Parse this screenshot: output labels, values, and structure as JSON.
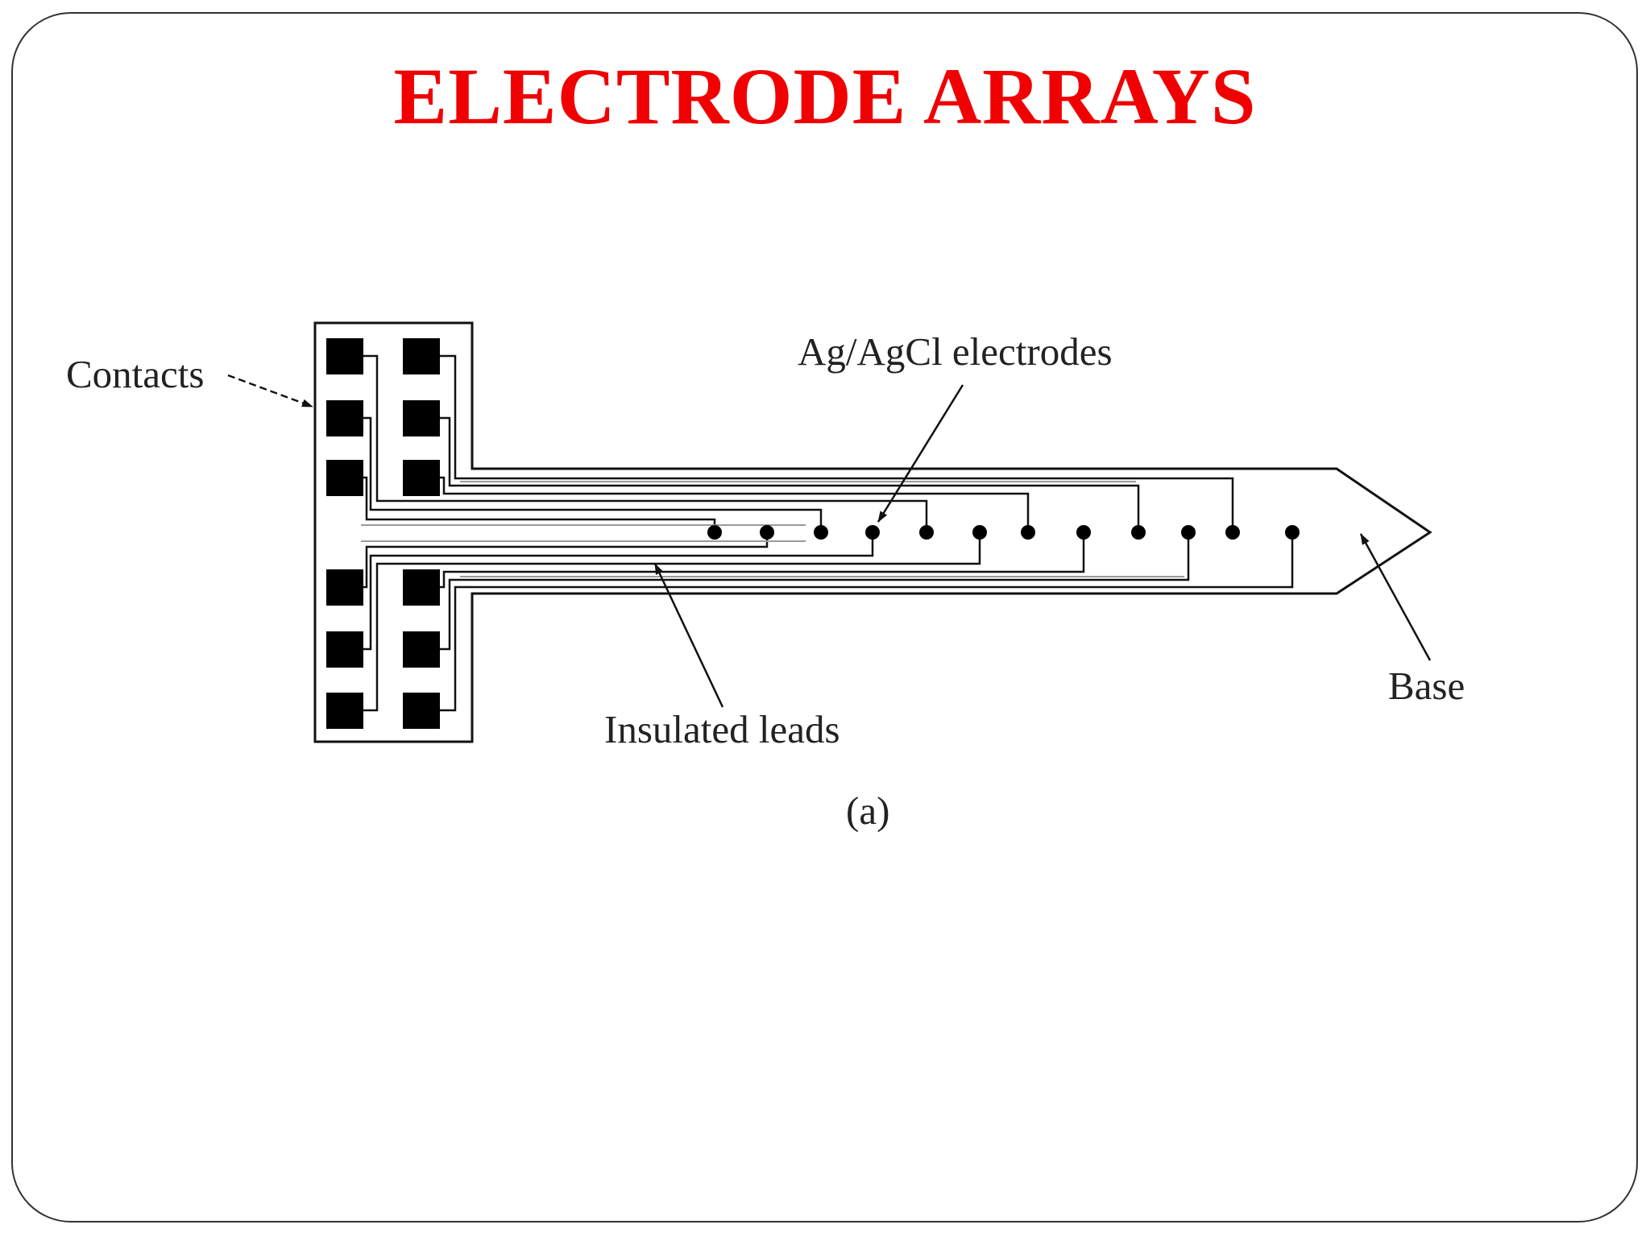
{
  "slide": {
    "title": "ELECTRODE ARRAYS",
    "title_color": "#f00000"
  },
  "diagram": {
    "labels": {
      "contacts": "Contacts",
      "electrodes": "Ag/AgCl electrodes",
      "leads": "Insulated leads",
      "base": "Base",
      "caption": "(a)"
    },
    "contact_pads": 12,
    "electrodes": 12
  }
}
